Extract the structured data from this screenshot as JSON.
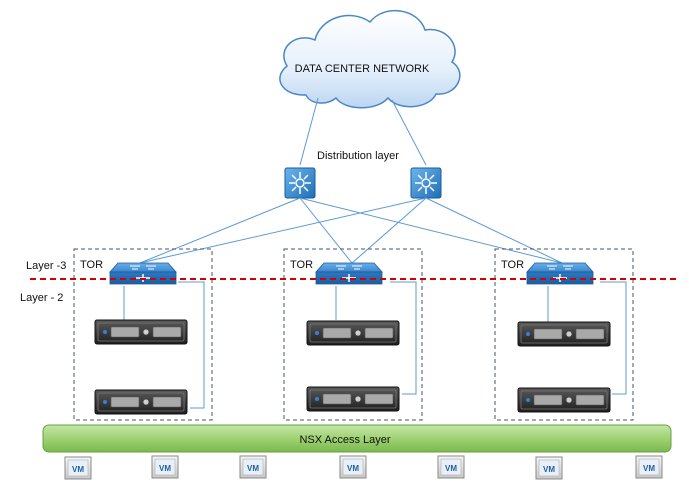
{
  "cloud": {
    "label": "DATA CENTER NETWORK",
    "icon": "cloud-icon"
  },
  "distribution": {
    "label": "Distribution layer",
    "switch_icon": "distribution-switch-icon",
    "count": 2
  },
  "layers": {
    "layer3_label": "Layer -3",
    "layer2_label": "Layer - 2",
    "boundary_color": "#d40000"
  },
  "racks": [
    {
      "tor_label": "TOR",
      "servers": 2
    },
    {
      "tor_label": "TOR",
      "servers": 2
    },
    {
      "tor_label": "TOR",
      "servers": 2
    }
  ],
  "access_layer": {
    "label": "NSX Access Layer",
    "color": "#8fc865"
  },
  "vm_label": "VM",
  "vm_count": 7,
  "colors": {
    "link": "#5b9bd5",
    "switch": "#2e75b6",
    "rack_border": "#44546a"
  }
}
